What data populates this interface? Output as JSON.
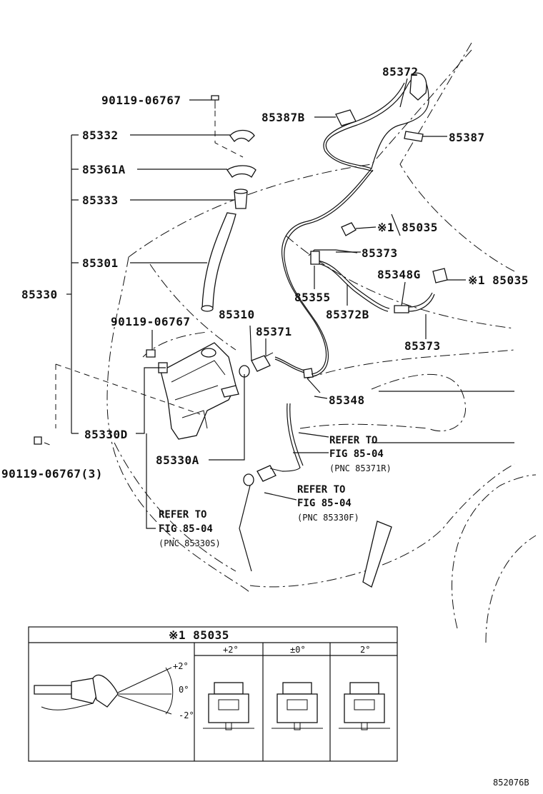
{
  "parts": {
    "p90119_top": "90119-06767",
    "p85332": "85332",
    "p85361A": "85361A",
    "p85333": "85333",
    "p85301": "85301",
    "p85330": "85330",
    "p90119_mid": "90119-06767",
    "p85310": "85310",
    "p85371": "85371",
    "p85348": "85348",
    "p85330D": "85330D",
    "p85330A": "85330A",
    "p90119_bot": "90119-06767(3)",
    "p85372": "85372",
    "p85387B": "85387B",
    "p85387": "85387",
    "p85035_a": "※1 85035",
    "p85373_a": "85373",
    "p85348G": "85348G",
    "p85035_b": "※1 85035",
    "p85355": "85355",
    "p85372B": "85372B",
    "p85373_b": "85373"
  },
  "refs": {
    "r1_line1": "REFER TO",
    "r1_line2": "FIG 85-04",
    "r1_line3": "(PNC 85371R)",
    "r2_line1": "REFER TO",
    "r2_line2": "FIG 85-04",
    "r2_line3": "(PNC 85330F)",
    "r3_line1": "REFER TO",
    "r3_line2": "FIG 85-04",
    "r3_line3": "(PNC 85330S)"
  },
  "inset": {
    "title": "※1 85035",
    "col1": "+2°",
    "col2": "±0°",
    "col3": "2°",
    "angle_plus": "+2°",
    "angle_zero": "0°",
    "angle_minus": "-2°"
  },
  "figure_id": "852076B"
}
